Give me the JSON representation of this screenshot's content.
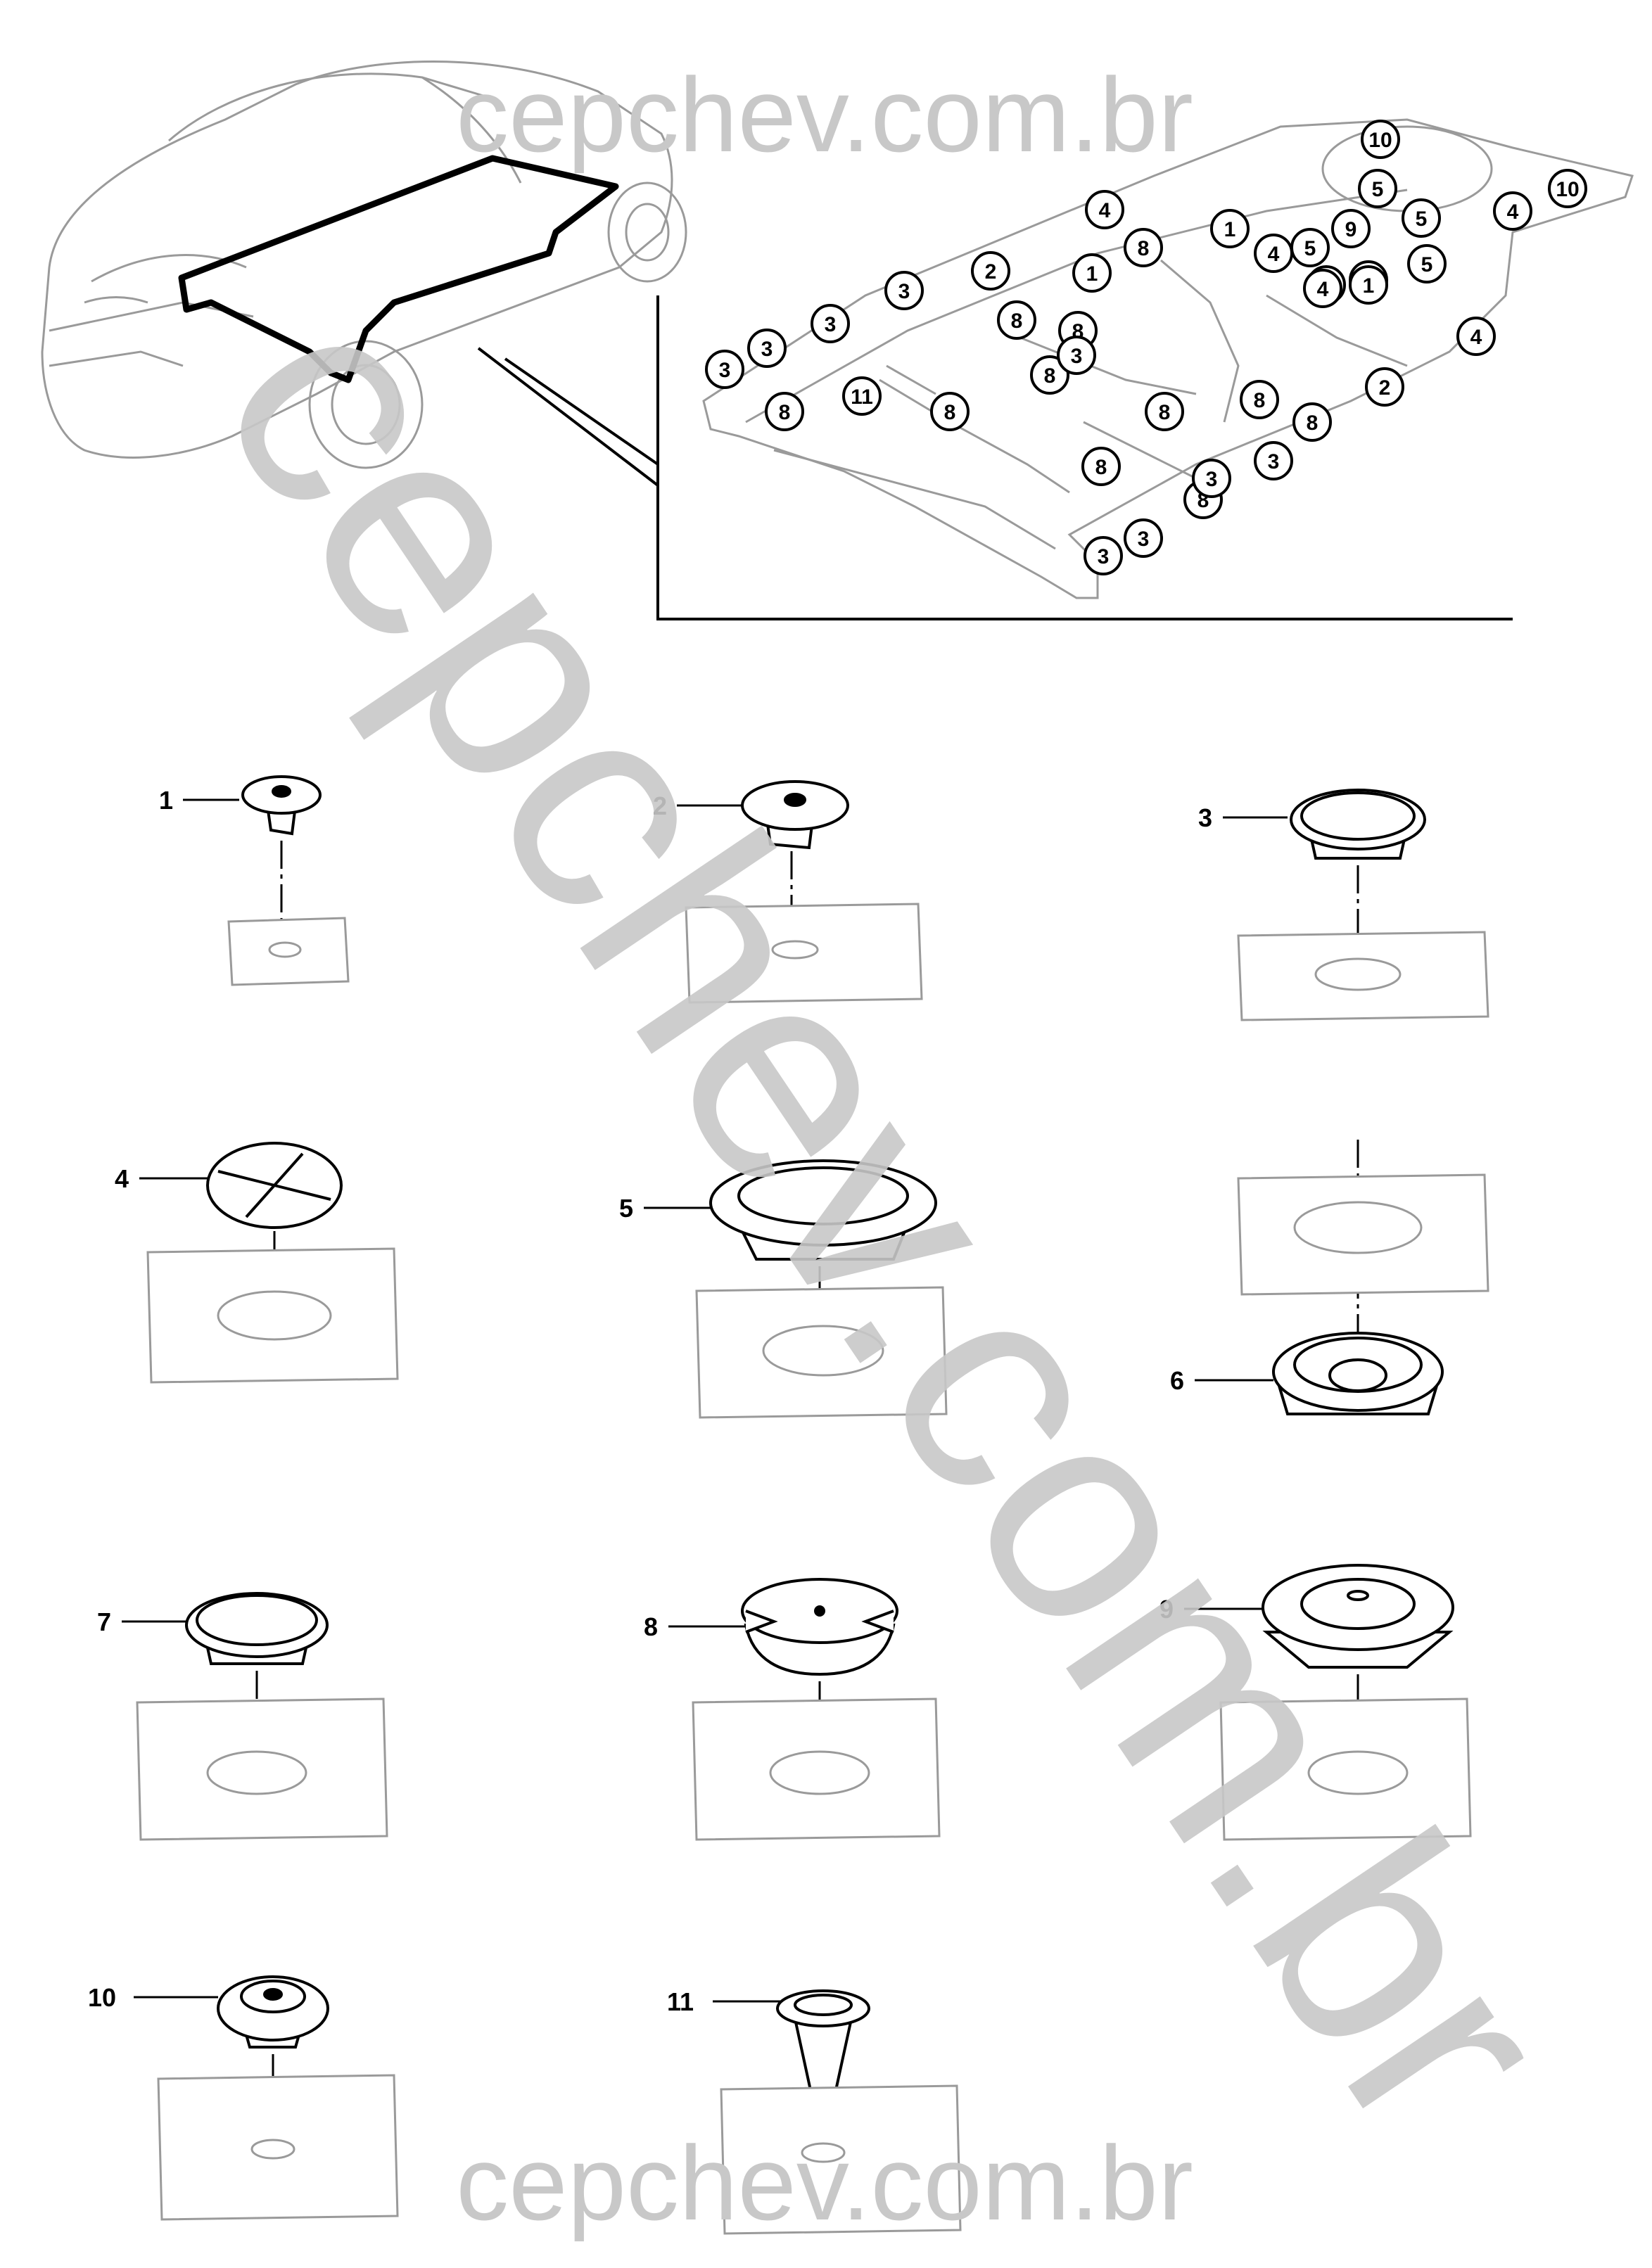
{
  "watermark": {
    "top": "cepchev.com.br",
    "bottom": "cepchev.com.br",
    "diagonal": "cepchev.com.br"
  },
  "floor_callouts": [
    "10",
    "5",
    "5",
    "9",
    "5",
    "4",
    "1",
    "8",
    "5",
    "4",
    "1",
    "4",
    "10",
    "4",
    "2",
    "1",
    "8",
    "3",
    "3",
    "8",
    "8",
    "1",
    "8",
    "3",
    "3",
    "3",
    "8",
    "11",
    "8",
    "8",
    "8",
    "8",
    "8",
    "2",
    "3",
    "8",
    "3",
    "3",
    "3",
    "4"
  ],
  "parts": [
    {
      "number": "1"
    },
    {
      "number": "2"
    },
    {
      "number": "3"
    },
    {
      "number": "4"
    },
    {
      "number": "5"
    },
    {
      "number": "6"
    },
    {
      "number": "7"
    },
    {
      "number": "8"
    },
    {
      "number": "9"
    },
    {
      "number": "10"
    },
    {
      "number": "11"
    }
  ]
}
